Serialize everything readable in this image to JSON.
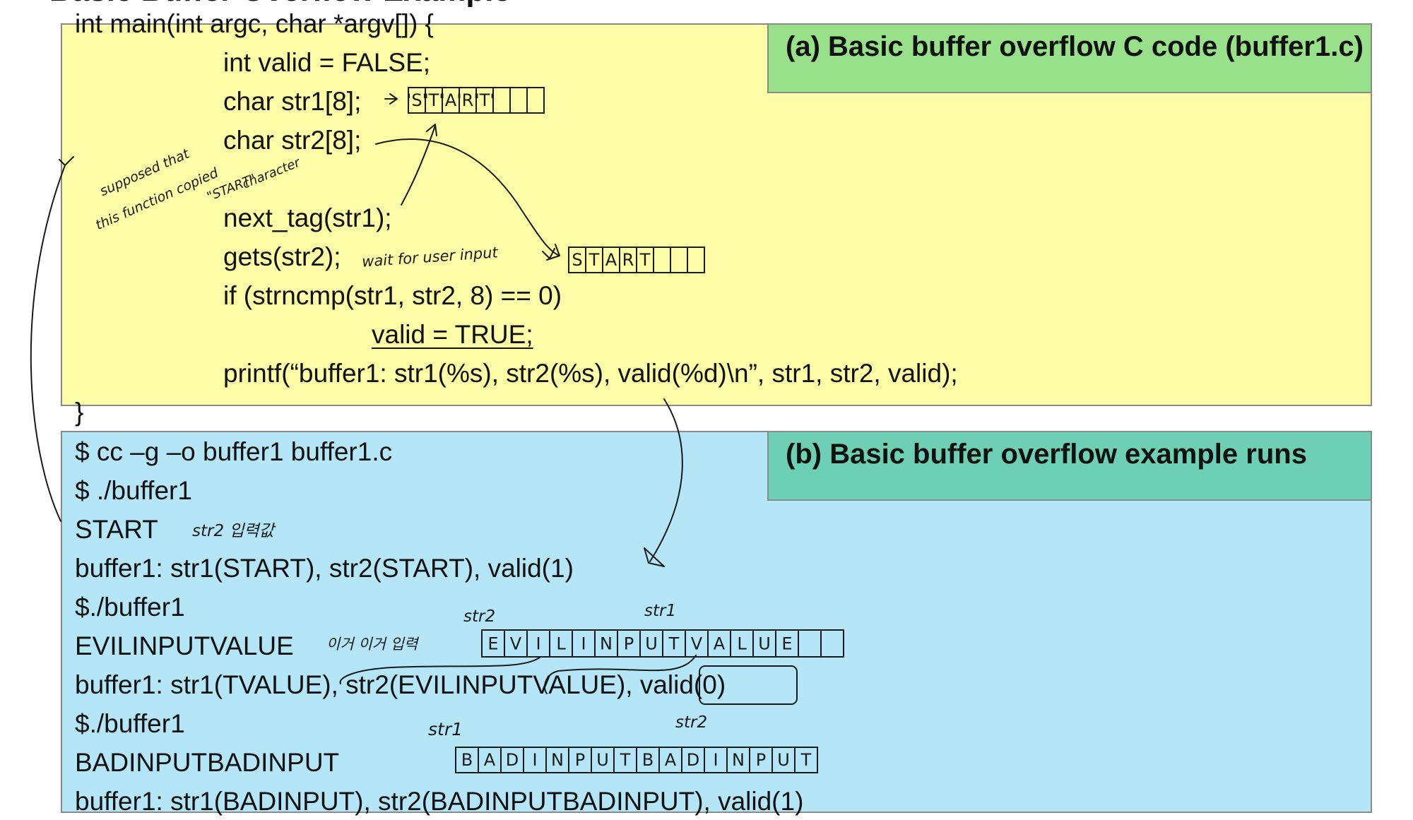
{
  "title": "Basic Buffer Overflow Example",
  "panel_a": {
    "label": "(a)  Basic buffer overflow C code (buffer1.c)",
    "lines": [
      "int main(int argc, char *argv[]) {",
      "int valid = FALSE;",
      "char str1[8];",
      "char str2[8];",
      "next_tag(str1);",
      "gets(str2);",
      "if (strncmp(str1, str2, 8) == 0)",
      "valid = TRUE;",
      "printf(“buffer1: str1(%s), str2(%s), valid(%d)\\n”, str1, str2, valid);",
      "}"
    ]
  },
  "panel_b": {
    "label": "(b) Basic buffer overflow example runs",
    "lines": [
      "$ cc –g –o buffer1 buffer1.c",
      "$ ./buffer1",
      "START",
      "buffer1: str1(START), str2(START), valid(1)",
      "$./buffer1",
      "EVILINPUTVALUE",
      "buffer1: str1(TVALUE), str2(EVILINPUTVALUE), valid(0)",
      "$./buffer1",
      "BADINPUTBADINPUT",
      "buffer1: str1(BADINPUT), str2(BADINPUTBADINPUT), valid(1)"
    ]
  },
  "annotations": {
    "supposed_1": "supposed that",
    "supposed_2": "this function copied",
    "start_quote": "\"START\"",
    "character": "character",
    "wait_input": "wait for user input",
    "str2_note": "str2 입력값",
    "evil_note": "이거 이거 입력",
    "str1": "str1",
    "str2": "str2",
    "memory_1": [
      "'S'",
      "'T'",
      "'A'",
      "'R'",
      "'T'",
      "",
      "",
      ""
    ],
    "memory_2": [
      "S",
      "T",
      "A",
      "R",
      "T",
      "",
      "",
      ""
    ],
    "memory_3": [
      "E",
      "V",
      "I",
      "L",
      "I",
      "N",
      "P",
      "U",
      "T",
      "V",
      "A",
      "L",
      "U",
      "E",
      "",
      ""
    ],
    "memory_4": [
      "B",
      "A",
      "D",
      "I",
      "N",
      "P",
      "U",
      "T",
      "B",
      "A",
      "D",
      "I",
      "N",
      "P",
      "U",
      "T"
    ]
  }
}
